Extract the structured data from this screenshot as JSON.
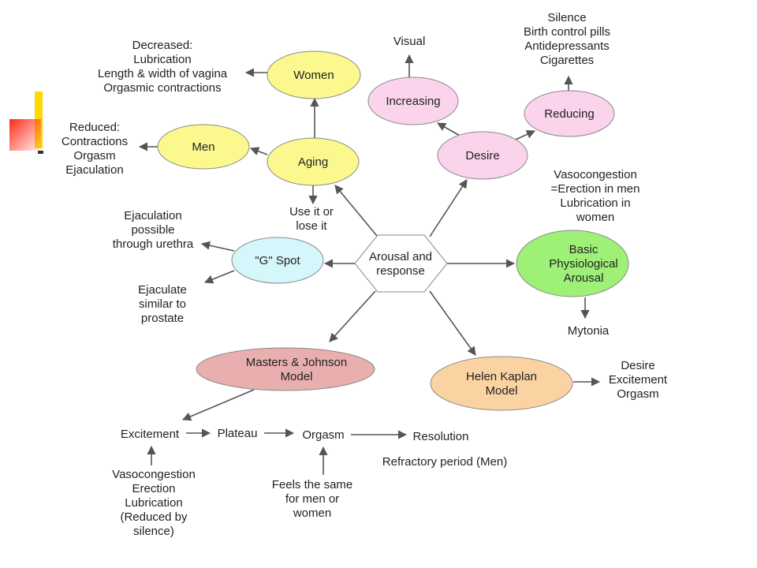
{
  "colors": {
    "yellow": "#fbf98e",
    "pink": "#fbd3ec",
    "blue": "#d5f6fb",
    "green": "#9ef077",
    "rose": "#e9aeae",
    "peach": "#fbd3a3",
    "hex": "#ffffff",
    "accent_yellow": "#ffd800",
    "accent_red": "#ff2a1a"
  },
  "nodes": {
    "women": [
      "Women"
    ],
    "men": [
      "Men"
    ],
    "aging": [
      "Aging"
    ],
    "increasing": [
      "Increasing"
    ],
    "reducing": [
      "Reducing"
    ],
    "desire": [
      "Desire"
    ],
    "g_spot": [
      "\"G\" Spot"
    ],
    "arousal": [
      "Arousal and",
      "response"
    ],
    "basic_physiological": [
      "Basic",
      "Physiological",
      "Arousal"
    ],
    "masters_johnson": [
      "Masters & Johnson",
      "Model"
    ],
    "helen_kaplan": [
      "Helen Kaplan",
      "Model"
    ]
  },
  "labels": {
    "women_decreased": [
      "Decreased:",
      "Lubrication",
      "Length & width of vagina",
      "Orgasmic contractions"
    ],
    "men_reduced": [
      "Reduced:",
      "Contractions",
      "Orgasm",
      "Ejaculation"
    ],
    "use_it": [
      "Use it or",
      "lose it"
    ],
    "visual": [
      "Visual"
    ],
    "reducing_items": [
      "Silence",
      "Birth control pills",
      "Antidepressants",
      "Cigarettes"
    ],
    "vasocongestion_top": [
      "Vasocongestion",
      "=Erection in men",
      "Lubrication in",
      "women"
    ],
    "ejaculation_possible": [
      "Ejaculation",
      "possible",
      "through urethra"
    ],
    "ejaculate_similar": [
      "Ejaculate",
      "similar to",
      "prostate"
    ],
    "mytonia": [
      "Mytonia"
    ],
    "kaplan_phases": [
      "Desire",
      "Excitement",
      "Orgasm"
    ],
    "excitement": [
      "Excitement"
    ],
    "plateau": [
      "Plateau"
    ],
    "orgasm": [
      "Orgasm"
    ],
    "resolution": [
      "Resolution"
    ],
    "refractory": [
      "Refractory period (Men)"
    ],
    "vasocongestion_bottom": [
      "Vasocongestion",
      "Erection",
      "Lubrication",
      "(Reduced by",
      "silence)"
    ],
    "feels_same": [
      "Feels the same",
      "for men or",
      "women"
    ]
  }
}
